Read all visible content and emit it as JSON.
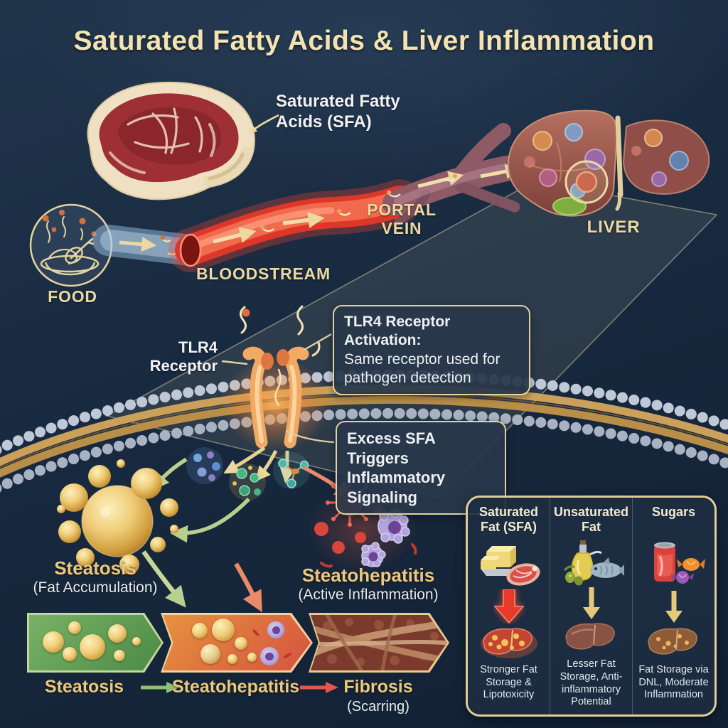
{
  "title": "Saturated Fatty Acids & Liver Inflammation",
  "flow": {
    "sfa_annotation": "Saturated Fatty Acids (SFA)",
    "food": "FOOD",
    "bloodstream": "BLOODSTREAM",
    "portal_vein": "PORTAL VEIN",
    "liver": "LIVER"
  },
  "receptor": {
    "label": "TLR4 Receptor",
    "activation_title": "TLR4 Receptor Activation:",
    "activation_body": "Same receptor used for pathogen detection",
    "excess_note": "Excess SFA Triggers Inflammatory Signaling"
  },
  "outcomes": {
    "steatosis_title": "Steatosis",
    "steatosis_sub": "(Fat Accumulation)",
    "steatohepatitis_title": "Steatohepatitis",
    "steatohepatitis_sub": "(Active Inflammation)"
  },
  "progression": {
    "stage1": "Steatosis",
    "stage2": "Steatohepatitis",
    "stage3": "Fibrosis",
    "stage3_sub": "(Scarring)"
  },
  "comparison": {
    "columns": [
      {
        "header": "Saturated Fat (SFA)",
        "icons": [
          "butter-icon",
          "red-meat-icon"
        ],
        "arrow_icon": "red-down-arrow-icon",
        "liver_icon": "inflamed-liver-icon",
        "description": "Stronger Fat Storage & Lipotoxicity"
      },
      {
        "header": "Unsaturated Fat",
        "icons": [
          "olive-oil-icon",
          "fish-icon"
        ],
        "arrow_icon": "gold-down-arrow-icon",
        "liver_icon": "healthy-liver-icon",
        "description": "Lesser Fat Storage, Anti-inflammatory Potential"
      },
      {
        "header": "Sugars",
        "icons": [
          "soda-can-icon",
          "candy-icon"
        ],
        "arrow_icon": "gold-down-arrow-icon",
        "liver_icon": "fatty-liver-icon",
        "description": "Fat Storage via DNL, Moderate Inflammation"
      }
    ]
  },
  "colors": {
    "background": "#182a40",
    "cream": "#ecd9a2",
    "gold_label": "#ecc87c",
    "white_text": "#f0f2f5",
    "green_arrow": "#86b36a",
    "red_arrow": "#e2574c",
    "receptor_orange": "#f2a963"
  }
}
